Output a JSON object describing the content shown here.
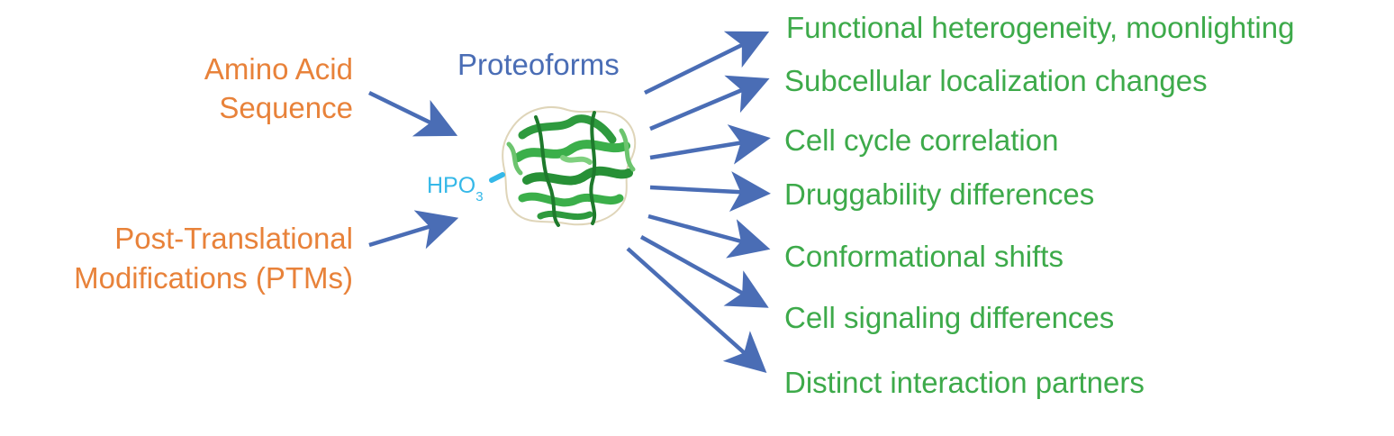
{
  "inputs": {
    "sequence_line1": "Amino Acid",
    "sequence_line2": "Sequence",
    "ptm_line1": "Post-Translational",
    "ptm_line2": "Modifications (PTMs)"
  },
  "center": {
    "title": "Proteoforms",
    "ptm_label": "HPO",
    "ptm_subscript": "3",
    "image": "protein-structure-ribbon"
  },
  "outcomes": [
    "Functional heterogeneity, moonlighting",
    "Subcellular localization changes",
    "Cell cycle correlation",
    "Druggability differences",
    "Conformational shifts",
    "Cell signaling differences",
    "Distinct interaction partners"
  ],
  "colors": {
    "input_text": "#E8823A",
    "output_text": "#3DAA4A",
    "title_text": "#4A6DB5",
    "arrow": "#4A6DB5",
    "ptm_text": "#35B8E8",
    "protein": "#2E9A3E"
  }
}
